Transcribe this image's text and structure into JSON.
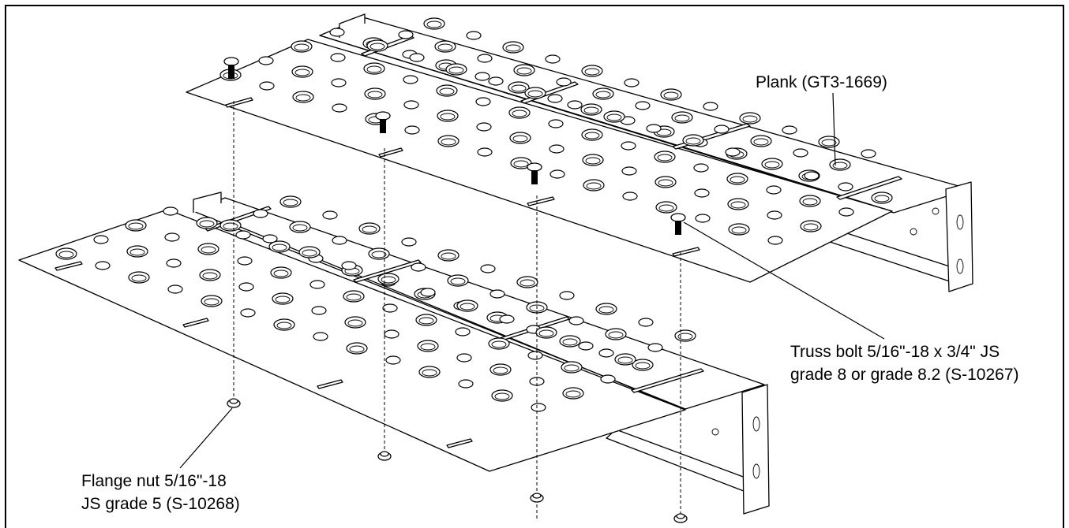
{
  "callouts": {
    "plank": "Plank (GT3-1669)",
    "bolt_line1": "Truss bolt 5/16\"-18 x 3/4\" JS",
    "bolt_line2": "grade 8 or grade 8.2 (S-10267)",
    "nut_line1": "Flange nut 5/16\"-18",
    "nut_line2": "JS grade 5 (S-10268)"
  },
  "colors": {
    "line": "#000000",
    "background": "#ffffff"
  },
  "icons": {
    "bolt": "truss-bolt-icon",
    "nut": "flange-nut-icon"
  }
}
